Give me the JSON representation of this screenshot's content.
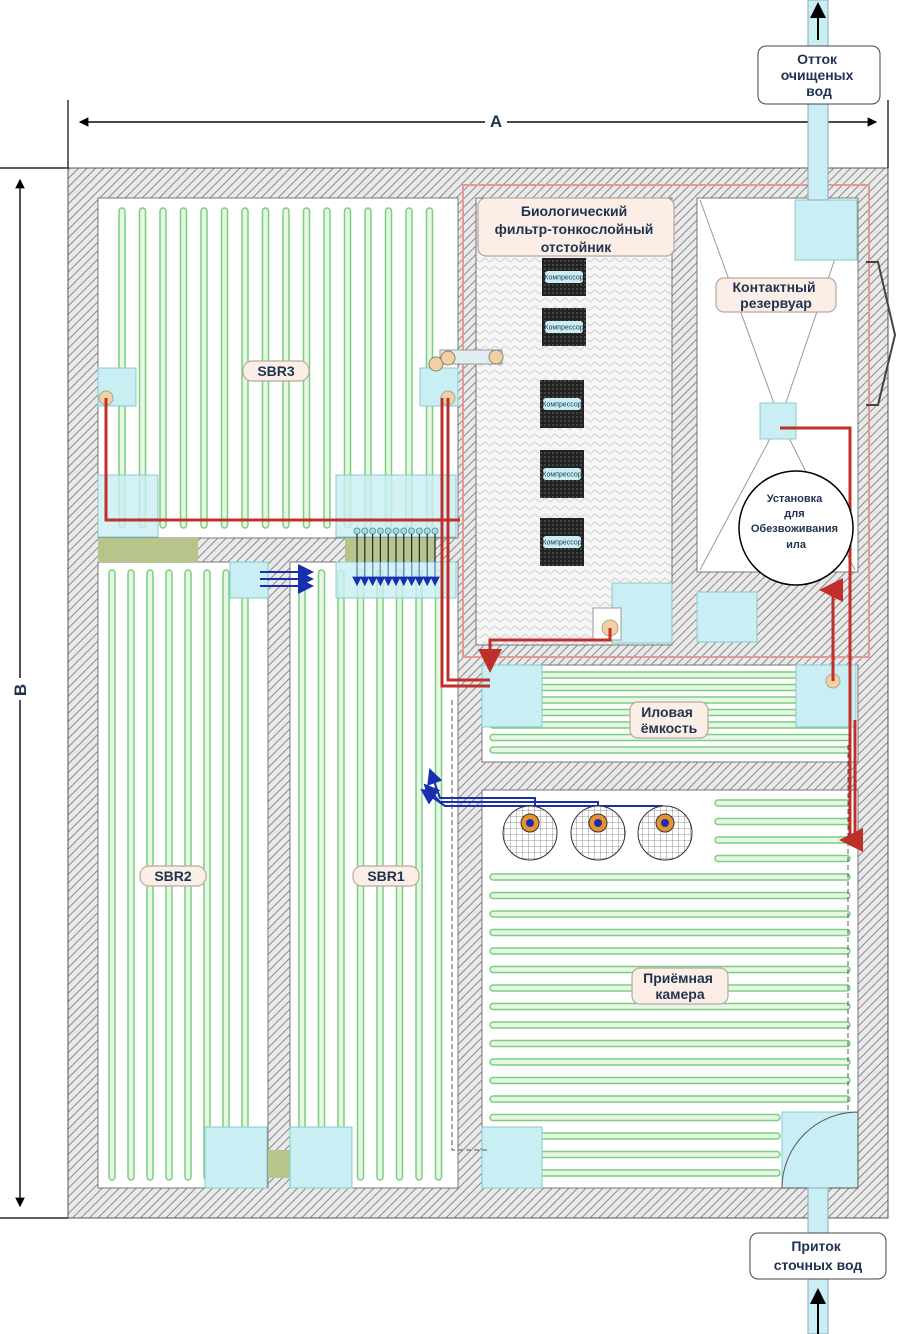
{
  "dimensions": {
    "width_label": "A",
    "height_label": "B"
  },
  "outflow": {
    "lines": [
      "Отток",
      "очищеных",
      "вод"
    ]
  },
  "inflow": {
    "lines": [
      "Приток",
      "сточных вод"
    ]
  },
  "bio_filter": {
    "lines": [
      "Биологический",
      "фильтр-тонкослойный",
      "отстойник"
    ]
  },
  "compressors": [
    "Компрессор",
    "Компрессор",
    "Компрессор",
    "Компрессор",
    "Компрессор"
  ],
  "contact_tank": {
    "lines": [
      "Контактный",
      "резервуар"
    ]
  },
  "dewatering": {
    "lines": [
      "Установка",
      "для",
      "Обезвоживания",
      "ила"
    ]
  },
  "sludge_tank": {
    "lines": [
      "Иловая",
      "ёмкость"
    ]
  },
  "receiving_chamber": {
    "lines": [
      "Приёмная",
      "камера"
    ]
  },
  "reactors": {
    "sbr1": "SBR1",
    "sbr2": "SBR2",
    "sbr3": "SBR3"
  },
  "colors": {
    "pipe_red": "#c0302a",
    "pipe_blue": "#1a2fb0",
    "tube_green": "#7ccf7c",
    "module": "#c9eef3"
  }
}
